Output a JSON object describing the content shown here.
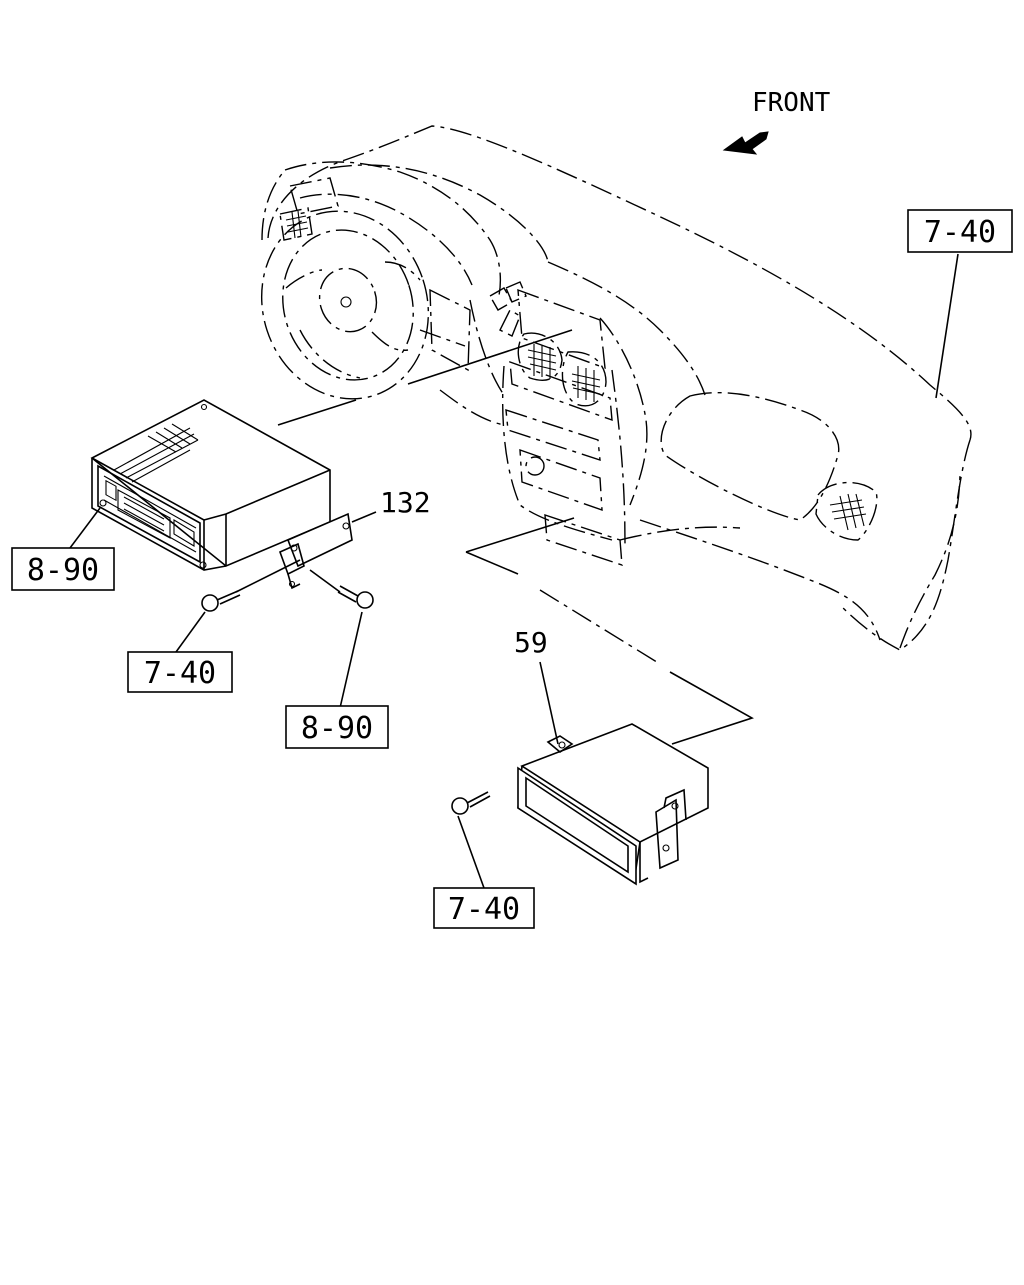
{
  "direction_label": "FRONT",
  "callouts": {
    "dash_ref": "7-40",
    "radio_ref": "8-90",
    "screw_left_ref": "7-40",
    "screw_right_ref": "8-90",
    "pocket_screw_ref": "7-40",
    "bracket_part": "132",
    "pocket_part": "59"
  },
  "icons": [
    "front-arrow-icon"
  ]
}
